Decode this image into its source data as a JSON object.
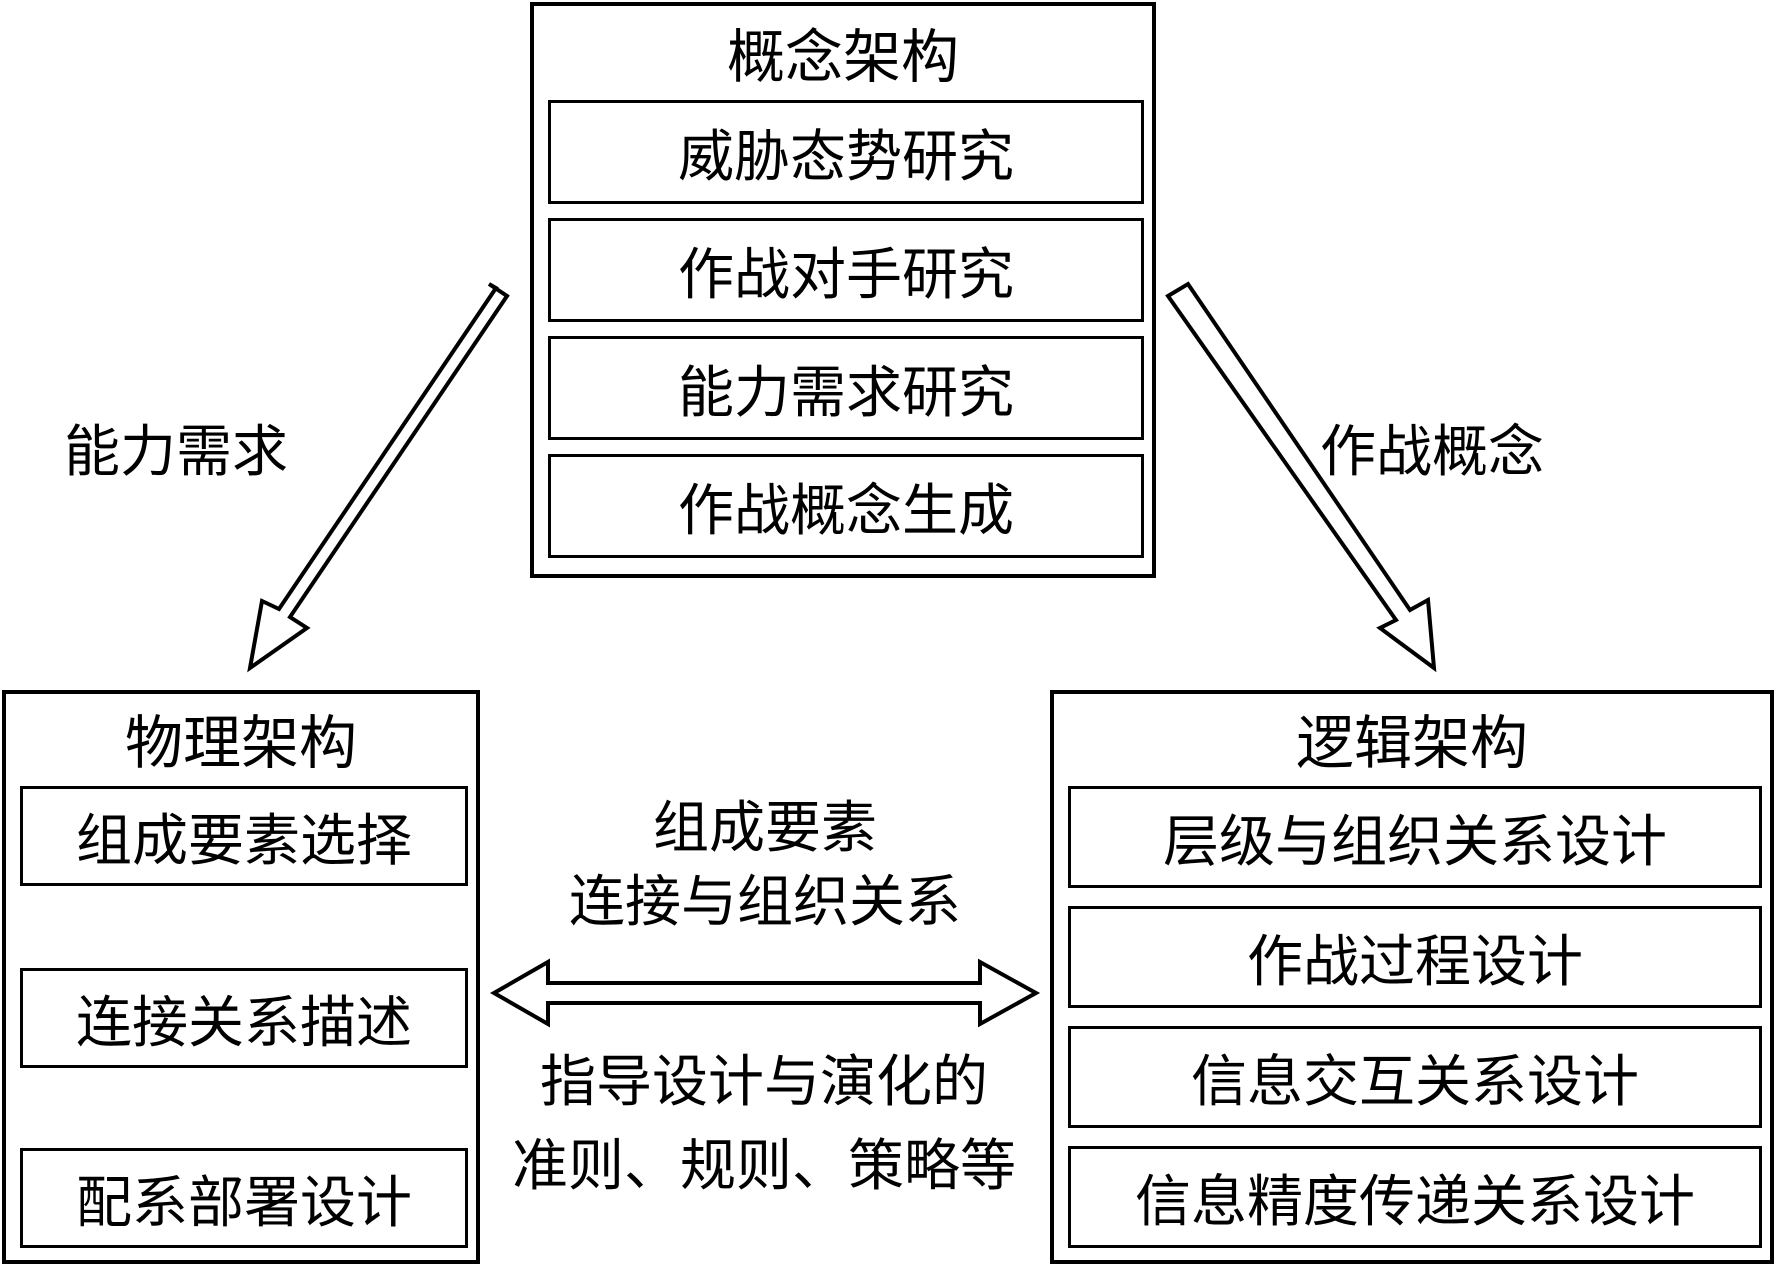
{
  "concept": {
    "title": "概念架构",
    "items": [
      "威胁态势研究",
      "作战对手研究",
      "能力需求研究",
      "作战概念生成"
    ]
  },
  "physical": {
    "title": "物理架构",
    "items": [
      "组成要素选择",
      "连接关系描述",
      "配系部署设计"
    ]
  },
  "logical": {
    "title": "逻辑架构",
    "items": [
      "层级与组织关系设计",
      "作战过程设计",
      "信息交互关系设计",
      "信息精度传递关系设计"
    ]
  },
  "labels": {
    "left_arrow": "能力需求",
    "right_arrow": "作战概念",
    "center_top_line1": "组成要素",
    "center_top_line2": "连接与组织关系",
    "center_bottom_line1": "指导设计与演化的",
    "center_bottom_line2": "准则、规则、策略等"
  }
}
